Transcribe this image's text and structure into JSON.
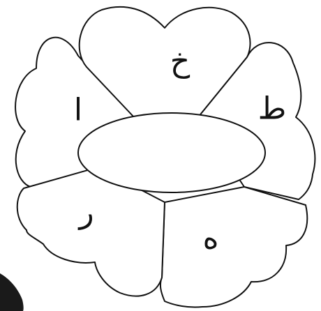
{
  "petals": [
    {
      "letter": "خ"
    },
    {
      "letter": "ط"
    },
    {
      "letter": "ه"
    },
    {
      "letter": "ر"
    },
    {
      "letter": "ا"
    }
  ],
  "colors": {
    "stroke": "#111111",
    "fill": "#ffffff"
  }
}
